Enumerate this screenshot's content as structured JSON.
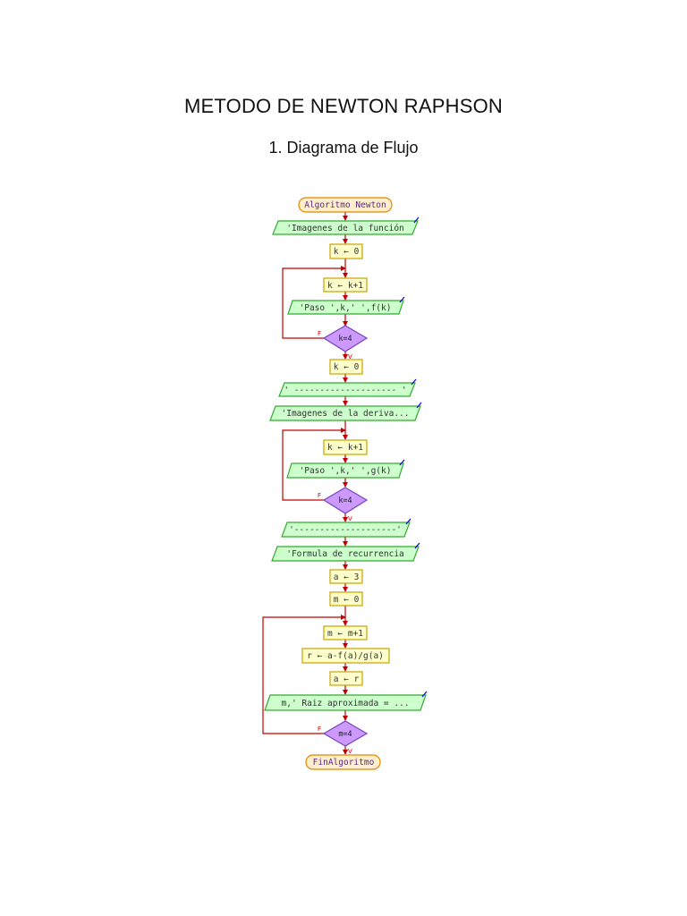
{
  "document": {
    "title": "METODO DE NEWTON RAPHSON",
    "subtitle": "1. Diagrama de Flujo"
  },
  "flowchart": {
    "start": "Algoritmo Newton",
    "end": "FinAlgoritmo",
    "steps": {
      "out_imagenes_funcion": "'Imagenes de la función",
      "assign_k0_a": "k ← 0",
      "assign_k_inc_a": "k ← k+1",
      "out_paso_f": "'Paso ',k,' ',f(k)",
      "cond_k4_a": "k=4",
      "assign_k0_b": "k ← 0",
      "out_dashes_a": "' -------------------- '",
      "out_imagenes_deriva": "'Imagenes de la deriva...",
      "assign_k_inc_b": "k ← k+1",
      "out_paso_g": "'Paso ',k,' ',g(k)",
      "cond_k4_b": "k=4",
      "out_dashes_b": "'--------------------'",
      "out_formula": "'Formula de recurrencia",
      "assign_a3": "a ← 3",
      "assign_m0": "m ← 0",
      "assign_m_inc": "m ← m+1",
      "assign_r": "r ← a-f(a)/g(a)",
      "assign_a_r": "a ← r",
      "out_raiz": "m,' Raiz aproximada = ...",
      "cond_m4": "m=4"
    },
    "flags": {
      "false": "F",
      "true": "V"
    },
    "colors": {
      "arrow": "#c00000",
      "box_fill": "#ffffcc",
      "box_stroke": "#c8a400",
      "io_fill": "#ccffcc",
      "io_stroke": "#33aa33",
      "decision_fill": "#cc99ff",
      "decision_stroke": "#7744bb",
      "terminal_fill": "#ffeecc",
      "terminal_stroke": "#e08800",
      "io_corner": "#0000cc"
    }
  }
}
